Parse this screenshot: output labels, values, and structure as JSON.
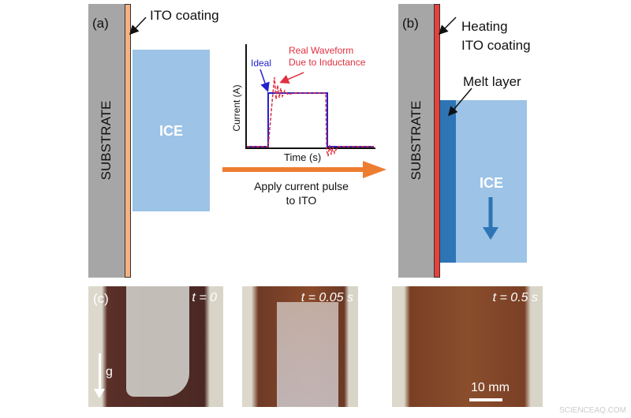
{
  "panel_a": {
    "label": "(a)",
    "substrate": "SUBSTRATE",
    "coating": "ITO coating",
    "ice": "ICE"
  },
  "panel_b": {
    "label": "(b)",
    "substrate": "SUBSTRATE",
    "coating_line1": "Heating",
    "coating_line2": "ITO coating",
    "melt": "Melt layer",
    "ice": "ICE"
  },
  "inset": {
    "ylabel": "Current (A)",
    "xlabel": "Time (s)",
    "ideal": "Ideal",
    "real_line1": "Real Waveform",
    "real_line2": "Due to Inductance"
  },
  "process": {
    "line1": "Apply current pulse",
    "line2": "to ITO"
  },
  "panel_c": {
    "label": "(c)",
    "times": [
      "t = 0",
      "t = 0.05 s",
      "t = 0.5 s"
    ],
    "gravity": "g",
    "scale": "10 mm"
  },
  "watermark": "SCIENCEAQ.COM",
  "colors": {
    "substrate": "#a6a6a6",
    "ito": "#f4b183",
    "heating_ito": "#e8403a",
    "ice": "#9dc3e6",
    "melt": "#2e75b6",
    "arrow": "#ed7d31",
    "ideal": "#2222cc",
    "real": "#e03040"
  }
}
